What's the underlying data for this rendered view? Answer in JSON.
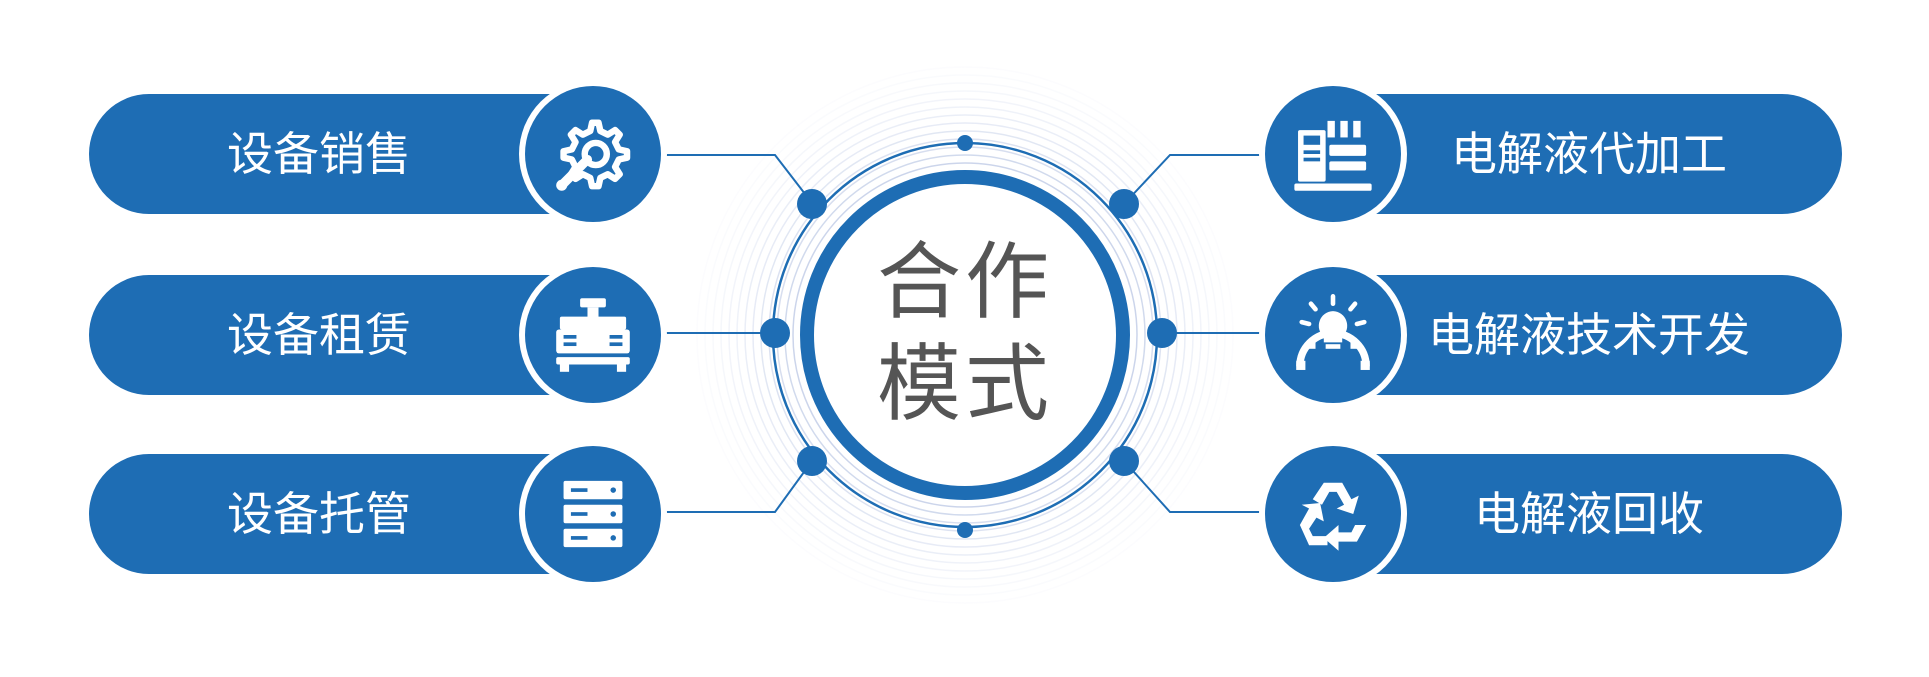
{
  "center": {
    "line1": "合作",
    "line2": "模式"
  },
  "colors": {
    "primary": "#1e6db4",
    "ring_light": "#c9d3ea",
    "text_center": "#555555"
  },
  "left_items": [
    {
      "label": "设备销售",
      "icon": "gear-wrench-icon"
    },
    {
      "label": "设备租赁",
      "icon": "machine-icon"
    },
    {
      "label": "设备托管",
      "icon": "server-rack-icon"
    }
  ],
  "right_items": [
    {
      "label": "电解液代加工",
      "icon": "factory-line-icon"
    },
    {
      "label": "电解液技术开发",
      "icon": "lightbulb-gear-icon"
    },
    {
      "label": "电解液回收",
      "icon": "recycle-icon"
    }
  ]
}
